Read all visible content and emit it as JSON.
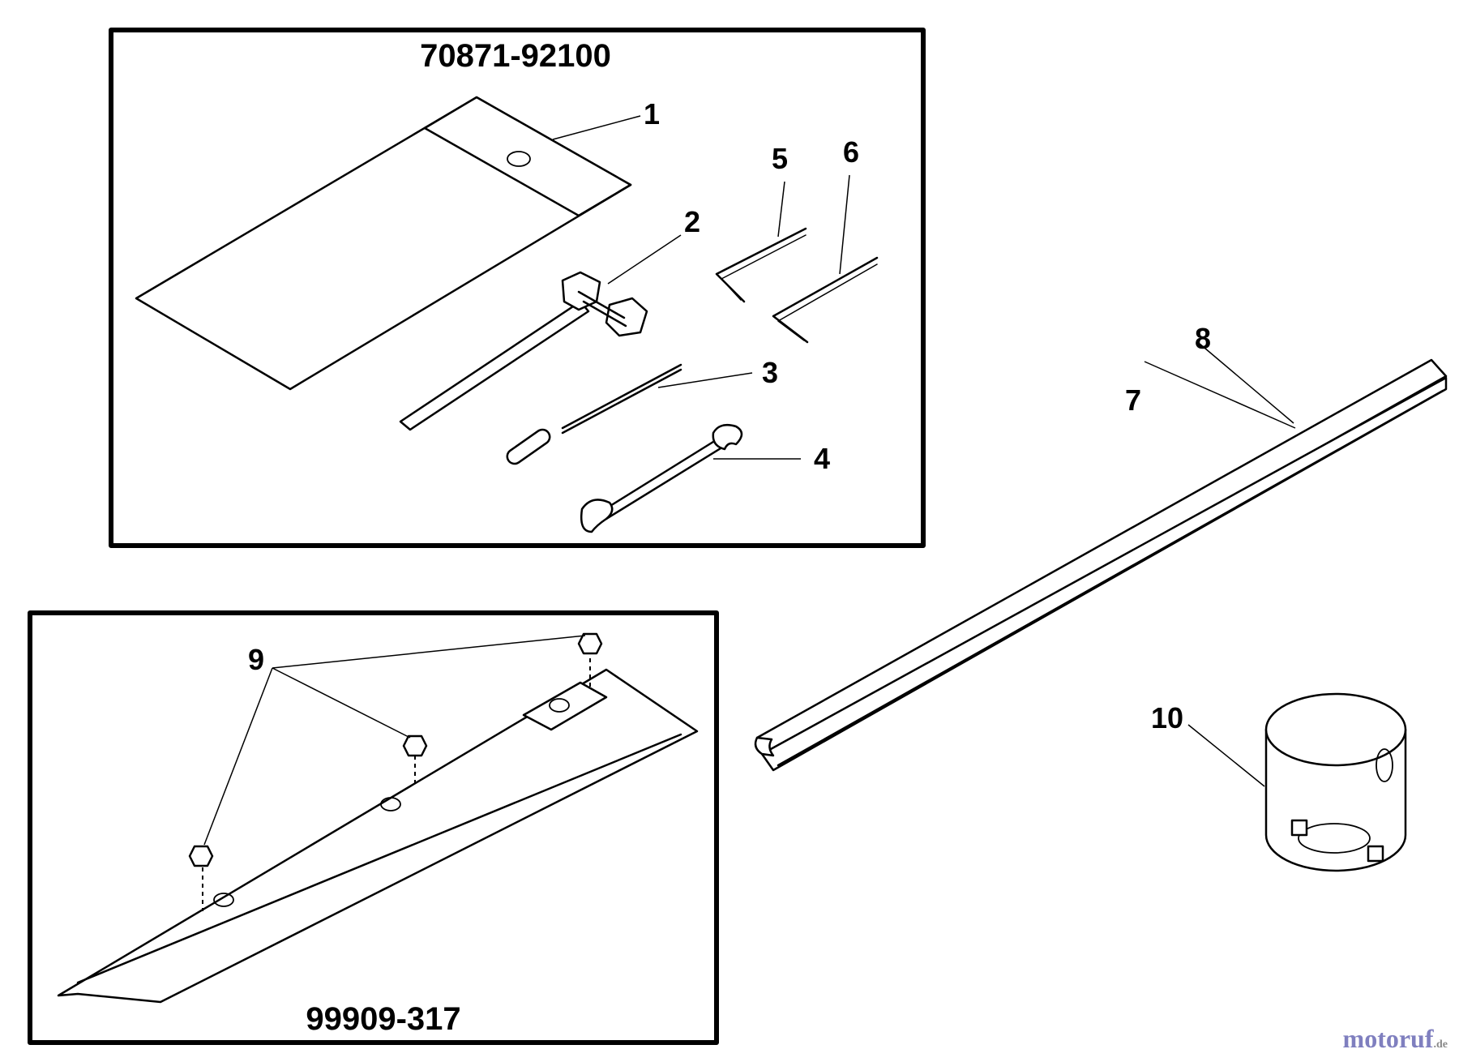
{
  "kits": [
    {
      "id": "kit-top",
      "number": "70871-92100"
    },
    {
      "id": "kit-bottom",
      "number": "99909-317"
    }
  ],
  "callouts": [
    "1",
    "2",
    "3",
    "4",
    "5",
    "6",
    "7",
    "8",
    "9",
    "10"
  ],
  "watermark": {
    "main": "motoruf",
    "suffix": ".de"
  },
  "colors": {
    "line": "#000000",
    "background": "#ffffff",
    "watermark": "#7f7fbf"
  }
}
